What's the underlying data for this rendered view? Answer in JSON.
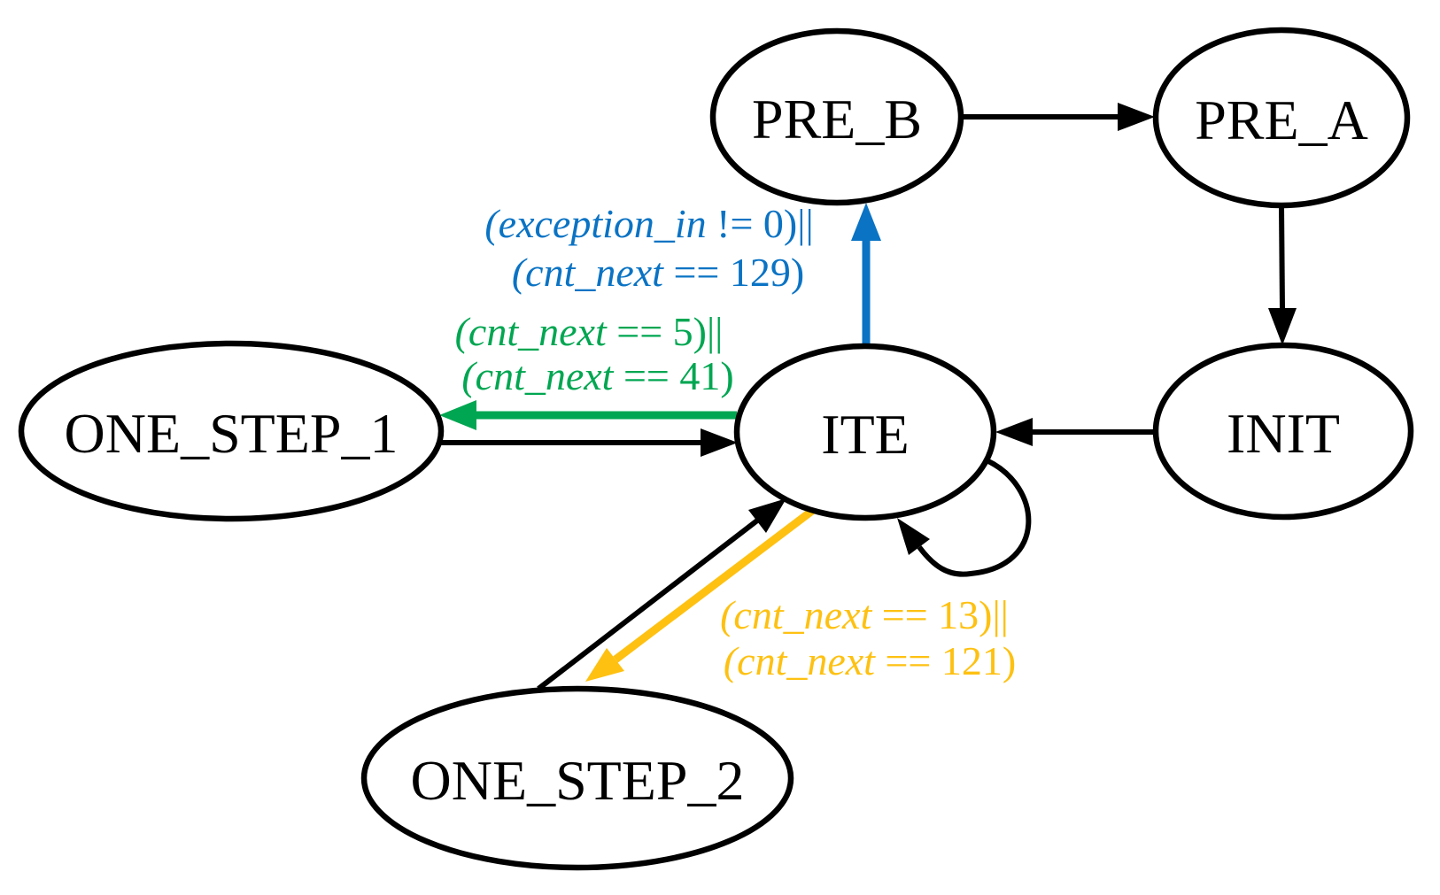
{
  "style": {
    "background": "#ffffff",
    "node_fill": "#ffffff",
    "node_stroke": "#000000",
    "node_text_color": "#000000"
  },
  "nodes": {
    "pre_b": {
      "label": "PRE_B"
    },
    "pre_a": {
      "label": "PRE_A"
    },
    "init": {
      "label": "INIT"
    },
    "ite": {
      "label": "ITE"
    },
    "one_step_1": {
      "label": "ONE_STEP_1"
    },
    "one_step_2": {
      "label": "ONE_STEP_2"
    }
  },
  "edges": {
    "pre_b_to_pre_a": {
      "from": "PRE_B",
      "to": "PRE_A",
      "color": "#000000"
    },
    "pre_a_to_init": {
      "from": "PRE_A",
      "to": "INIT",
      "color": "#000000"
    },
    "init_to_ite": {
      "from": "INIT",
      "to": "ITE",
      "color": "#000000"
    },
    "ite_self_loop": {
      "from": "ITE",
      "to": "ITE",
      "color": "#000000"
    },
    "one_step_1_to_ite": {
      "from": "ONE_STEP_1",
      "to": "ITE",
      "color": "#000000"
    },
    "one_step_2_to_ite": {
      "from": "ONE_STEP_2",
      "to": "ITE",
      "color": "#000000"
    },
    "ite_to_pre_b": {
      "from": "ITE",
      "to": "PRE_B",
      "color": "#0a73c4",
      "label": {
        "line1": {
          "var": "(exception_in",
          "rest": " != 0)||"
        },
        "line2": {
          "var": "(cnt_next",
          "rest": " == 129)"
        }
      }
    },
    "ite_to_one_step_1": {
      "from": "ITE",
      "to": "ONE_STEP_1",
      "color": "#00a651",
      "label": {
        "line1": {
          "var": "(cnt_next",
          "rest": " == 5)||"
        },
        "line2": {
          "var": "(cnt_next",
          "rest": " == 41)"
        }
      }
    },
    "ite_to_one_step_2": {
      "from": "ITE",
      "to": "ONE_STEP_2",
      "color": "#fec112",
      "label": {
        "line1": {
          "var": "(cnt_next",
          "rest": " == 13)||"
        },
        "line2": {
          "var": "(cnt_next",
          "rest": " == 121)"
        }
      }
    }
  }
}
